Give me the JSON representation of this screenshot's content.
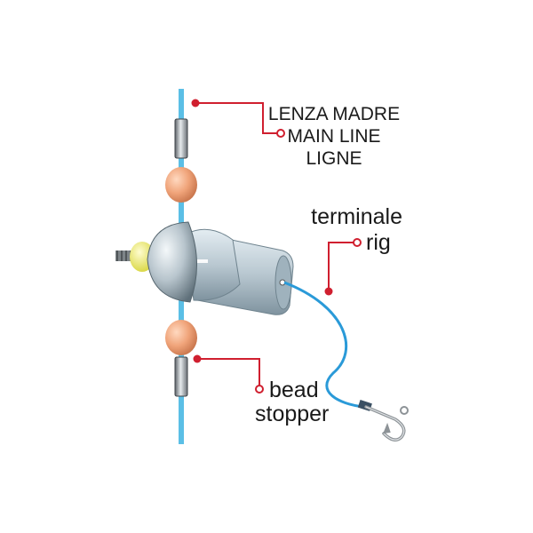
{
  "labels": {
    "main_line": [
      "LENZA MADRE",
      "MAIN LINE",
      "LIGNE"
    ],
    "rig": [
      "terminale",
      "rig"
    ],
    "bead_stopper": [
      "bead",
      "stopper"
    ]
  },
  "colors": {
    "main_line": "#5bbfe6",
    "rig_line": "#2a9ad8",
    "leader": "#d01f2f",
    "bead": "#f0a47a",
    "stopper_sleeve": "#8a9096",
    "swivel_body": "#b7c6cf",
    "bead_yellow": "#f4f27a"
  },
  "icons": [
    "bead-icon",
    "sleeve-stopper-icon",
    "swivel-body-icon",
    "fish-hook-icon"
  ]
}
